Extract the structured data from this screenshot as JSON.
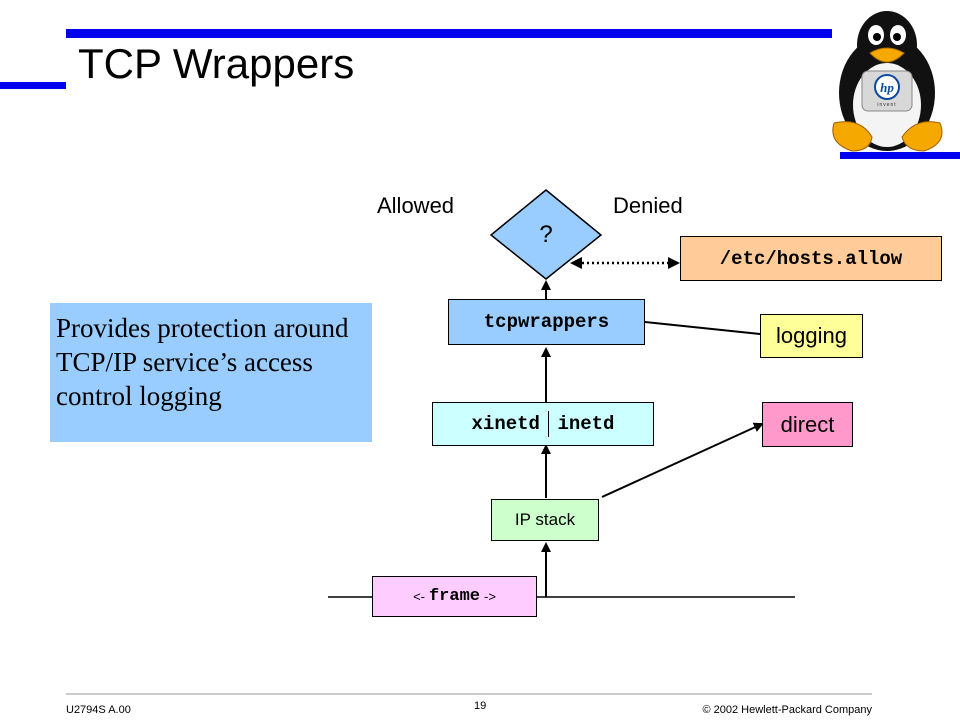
{
  "slide": {
    "title": "TCP Wrappers",
    "description": "Provides protection around TCP/IP service’s access control logging"
  },
  "diagram": {
    "decision": "?",
    "allowed_label": "Allowed",
    "denied_label": "Denied",
    "hosts_file": "/etc/hosts.allow",
    "tcpwrappers": "tcpwrappers",
    "logging": "logging",
    "xinetd": "xinetd",
    "inetd": "inetd",
    "direct": "direct",
    "ip_stack": "IP stack",
    "frame_left": "<-",
    "frame": "frame",
    "frame_right": "->"
  },
  "footer": {
    "course": "U2794S A.00",
    "page": "19",
    "copyright": "© 2002 Hewlett-Packard Company"
  },
  "logo": {
    "brand_mark": "hp",
    "brand_text": "invent"
  },
  "colors": {
    "accent_bar": "#0000ee",
    "description_bg": "#99ccff",
    "decision_bg": "#99ccff",
    "hosts_bg": "#ffcc99",
    "tcpwrappers_bg": "#99ccff",
    "logging_bg": "#ffff99",
    "xinetd_bg": "#ccffff",
    "direct_bg": "#ff99cc",
    "ip_stack_bg": "#ccffcc",
    "frame_bg": "#ffccff"
  }
}
